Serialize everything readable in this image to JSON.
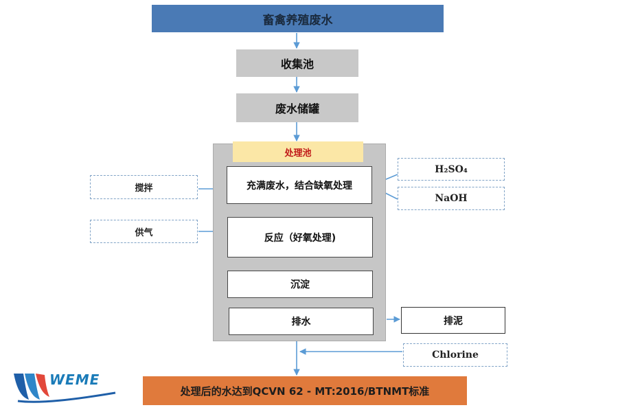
{
  "nodes": {
    "source": "畜禽养殖废水",
    "collection_pool": "收集池",
    "storage_tank": "废水储罐",
    "treatment_tank": "处理池",
    "step_fill": "充满废水，结合缺氧处理",
    "step_react": "反应（好氧处理)",
    "step_settle": "沉淀",
    "step_discharge": "排水",
    "input_stir": "搅拌",
    "input_air": "供气",
    "chem_acid": "H₂SO₄",
    "chem_base": "NaOH",
    "sludge": "排泥",
    "chlorine": "Chlorine",
    "result": "处理后的水达到QCVN 62 - MT:2016/BTNMT标准"
  },
  "logo": {
    "text": "WEME"
  },
  "colors": {
    "source_fill": "#4a7ab5",
    "process_gray": "#c8c8c8",
    "tank_label_fill": "#fbe7a6",
    "tank_label_text": "#c01818",
    "result_fill": "#e07a3c",
    "arrow": "#5b9bd5",
    "dashed_border": "#7fa2c6"
  }
}
